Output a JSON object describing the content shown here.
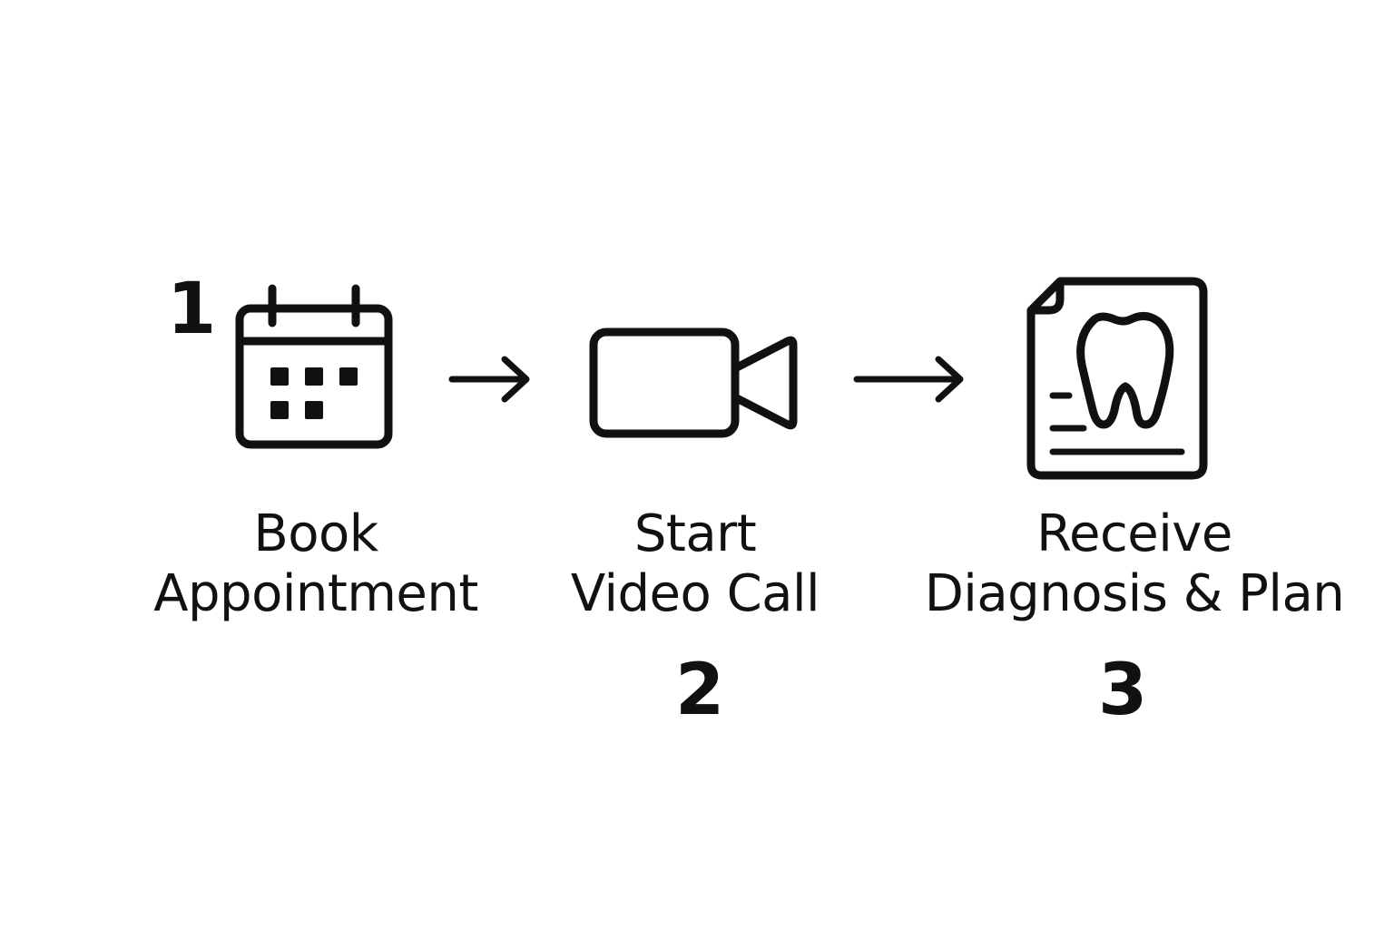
{
  "colors": {
    "background": "#ffffff",
    "ink": "#111111"
  },
  "steps": [
    {
      "number": "1",
      "icon": "calendar-icon",
      "label_line1": "Book",
      "label_line2": "Appointment"
    },
    {
      "number": "2",
      "icon": "video-camera-icon",
      "label_line1": "Start",
      "label_line2": "Video Call"
    },
    {
      "number": "3",
      "icon": "tooth-document-icon",
      "label_line1": "Receive",
      "label_line2": "Diagnosis & Plan"
    }
  ],
  "connectors": [
    {
      "icon": "arrow-right-icon",
      "from": "1",
      "to": "2"
    },
    {
      "icon": "arrow-right-icon",
      "from": "2",
      "to": "3"
    }
  ]
}
